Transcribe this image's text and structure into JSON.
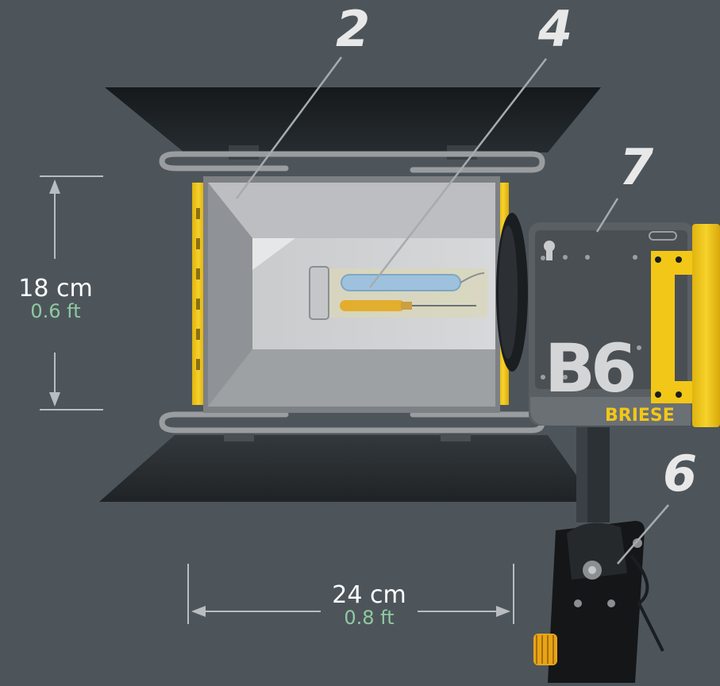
{
  "callouts": {
    "c2": "2",
    "c4": "4",
    "c6": "6",
    "c7": "7"
  },
  "dimensions": {
    "height": {
      "metric": "18 cm",
      "imperial": "0.6 ft"
    },
    "width": {
      "metric": "24 cm",
      "imperial": "0.8 ft"
    }
  },
  "brand": {
    "logo_letters": "B6",
    "name": "BRIESE"
  },
  "colors": {
    "background": "#4d555b",
    "accent_yellow": "#f2c718",
    "imperial_text": "#8fcaa0",
    "barndoor": "#1f2428",
    "housing": "#8d9094",
    "control_box": "#5a5f63"
  }
}
